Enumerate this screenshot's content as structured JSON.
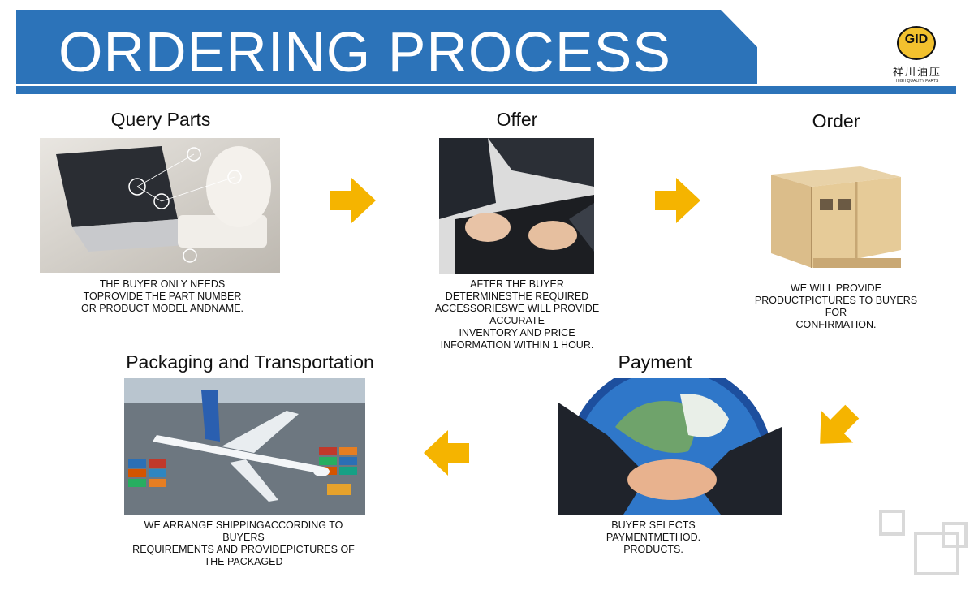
{
  "title": "ORDERING PROCESS",
  "logo": {
    "mark": "GID",
    "chinese": "祥川油压",
    "tagline": "HIGH QUALITY PARTS"
  },
  "steps": [
    {
      "heading": "Query Parts",
      "caption": [
        "THE BUYER ONLY NEEDS",
        "TOPROVIDE THE PART NUMBER",
        "OR PRODUCT MODEL ANDNAME."
      ]
    },
    {
      "heading": "Offer",
      "caption": [
        "AFTER THE BUYER",
        "DETERMINESTHE REQUIRED",
        "ACCESSORIESWE WILL PROVIDE",
        "ACCURATE",
        "INVENTORY AND PRICE",
        "INFORMATION WITHIN 1 HOUR."
      ]
    },
    {
      "heading": "Order",
      "caption": [
        "WE WILL PROVIDE",
        "PRODUCTPICTURES TO BUYERS",
        "FOR",
        "CONFIRMATION."
      ]
    },
    {
      "heading": "Payment",
      "caption": [
        "BUYER SELECTS",
        "PAYMENTMETHOD.",
        "PRODUCTS."
      ]
    },
    {
      "heading": "Packaging and Transportation",
      "caption": [
        "WE ARRANGE SHIPPINGACCORDING TO",
        "BUYERS",
        "REQUIREMENTS AND PROVIDEPICTURES OF",
        "THE PACKAGED"
      ]
    }
  ],
  "colors": {
    "banner": "#2c73b9",
    "arrow": "#f5b400",
    "title_text": "#ffffff"
  },
  "icons": [
    "arrow-right-icon",
    "arrow-down-left-icon",
    "arrow-left-icon"
  ]
}
